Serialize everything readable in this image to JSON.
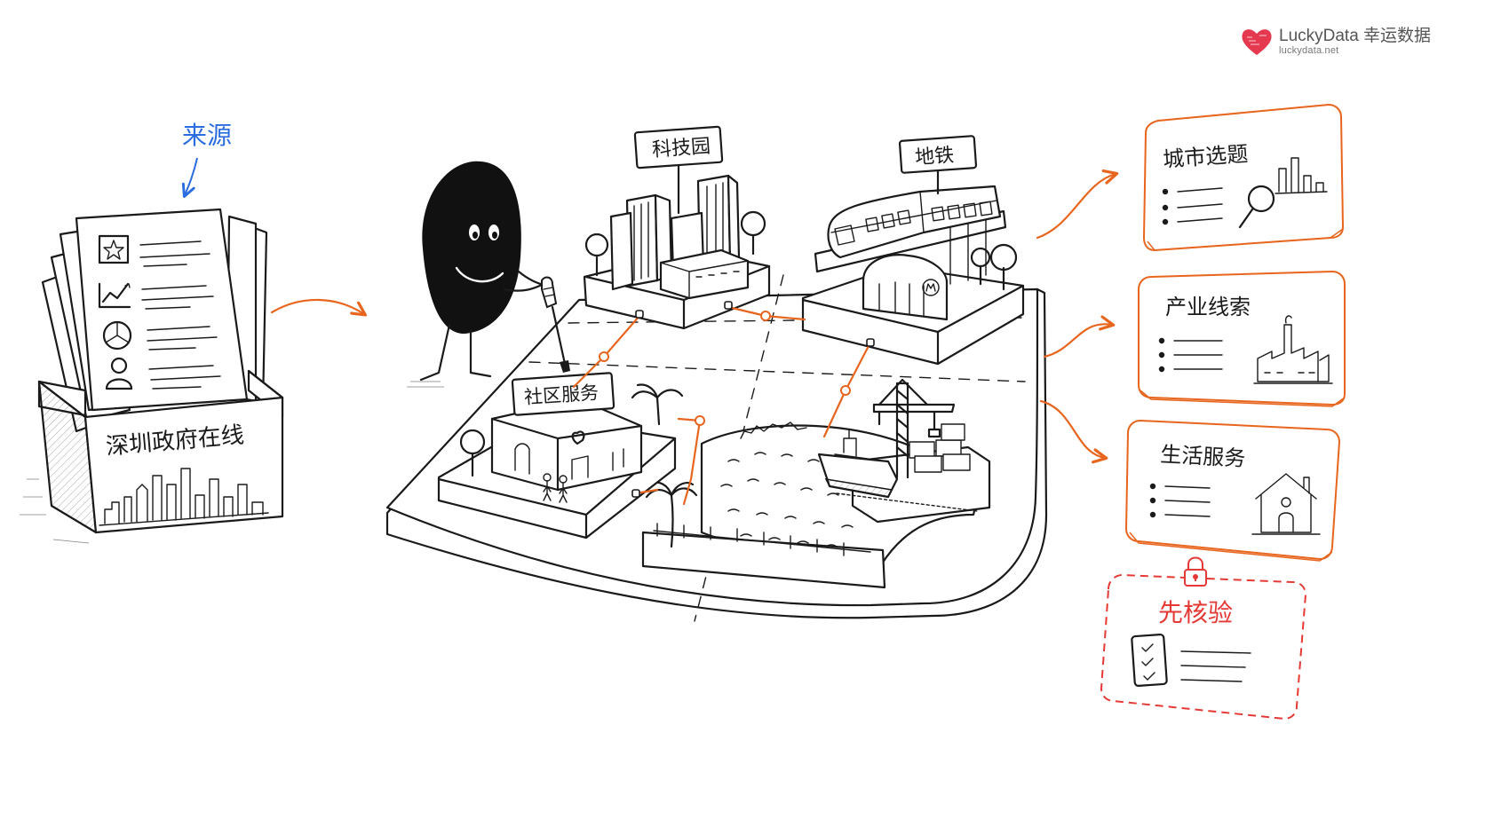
{
  "logo": {
    "brand": "LuckyData 幸运数据",
    "url": "luckydata.net",
    "color": "#e53950"
  },
  "source": {
    "annotation": "来源",
    "box_label": "深圳政府在线"
  },
  "city": {
    "labels": {
      "tech_park": "科技园",
      "metro": "地铁",
      "community": "社区服务"
    }
  },
  "outputs": {
    "topics": "城市选题",
    "industry": "产业线索",
    "life": "生活服务",
    "verify": "先核验"
  },
  "colors": {
    "accent": "#e8651e",
    "annotation": "#2b6de0",
    "verify": "#e53935",
    "ink": "#1a1a1a"
  }
}
